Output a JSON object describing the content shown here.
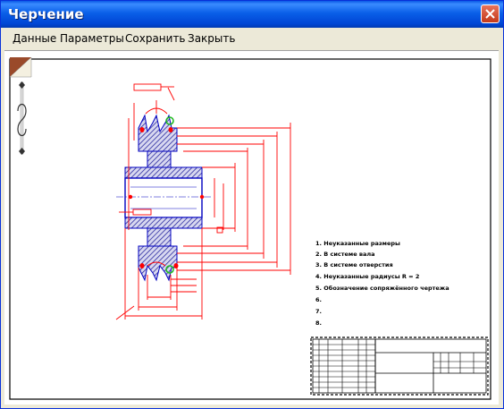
{
  "window": {
    "title": "Черчение"
  },
  "menu": {
    "items": [
      "Данные",
      "Параметры",
      "Сохранить",
      "Закрыть"
    ]
  },
  "drawing": {
    "notes": [
      "1. Неуказанные размеры",
      "2. В системе вала",
      "3. В системе отверстия",
      "4. Неуказанные радиусы R = 2",
      "5. Обозначение сопряжённого чертежа",
      "6.",
      "7.",
      "8."
    ],
    "colors": {
      "dimension": "#ff0000",
      "hatch_fill": "#2a2aa0",
      "part": "#0000c0",
      "marker": "#22bb22"
    }
  }
}
